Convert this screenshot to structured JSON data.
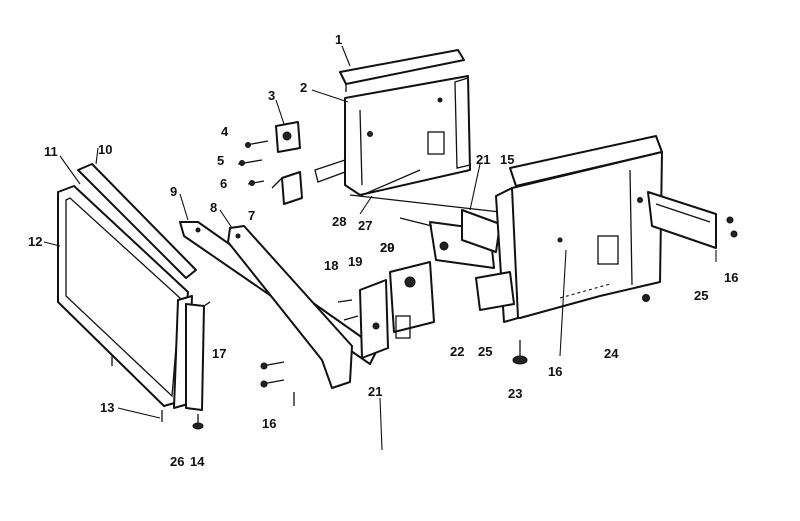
{
  "diagram": {
    "labels": [
      "1",
      "2",
      "3",
      "4",
      "5",
      "6",
      "7",
      "8",
      "9",
      "10",
      "11",
      "12",
      "13",
      "14",
      "15",
      "16",
      "16",
      "16",
      "17",
      "18",
      "19",
      "20",
      "21",
      "21",
      "22",
      "23",
      "24",
      "25",
      "25",
      "26",
      "27",
      "28",
      "29"
    ]
  }
}
